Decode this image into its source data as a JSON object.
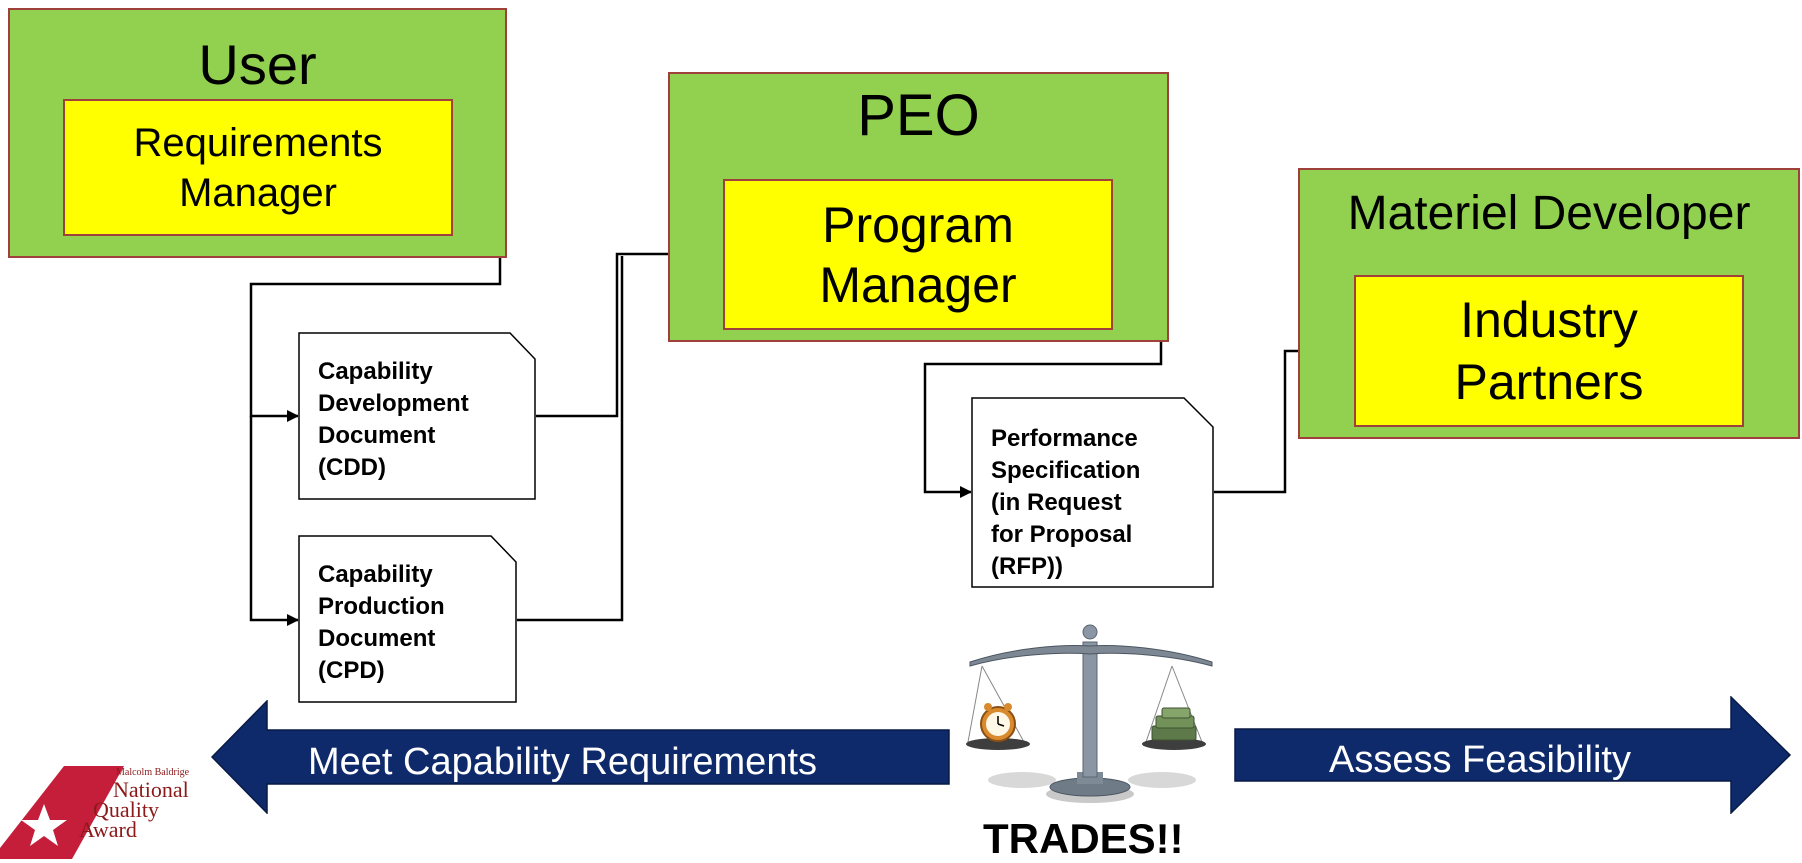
{
  "user": {
    "title": "User",
    "role": "Requirements Manager"
  },
  "peo": {
    "title": "PEO",
    "role": "Program Manager"
  },
  "materiel": {
    "title": "Materiel Developer",
    "role": "Industry Partners"
  },
  "docs": {
    "cdd": "Capability\nDevelopment\nDocument\n(CDD)",
    "cpd": "Capability\nProduction\nDocument\n(CPD)",
    "rfp": "Performance\nSpecification\n(in Request\nfor Proposal\n(RFP))"
  },
  "arrows": {
    "left": "Meet Capability Requirements",
    "right": "Assess Feasibility"
  },
  "trades": "TRADES!!",
  "logo": {
    "line1": "Malcolm Baldrige",
    "line2": "National",
    "line3": "Quality",
    "line4": "Award"
  },
  "colors": {
    "box_green": "#92d050",
    "box_yellow": "#ffff00",
    "border": "#a0403a",
    "arrow_navy": "#0f2a6b"
  }
}
